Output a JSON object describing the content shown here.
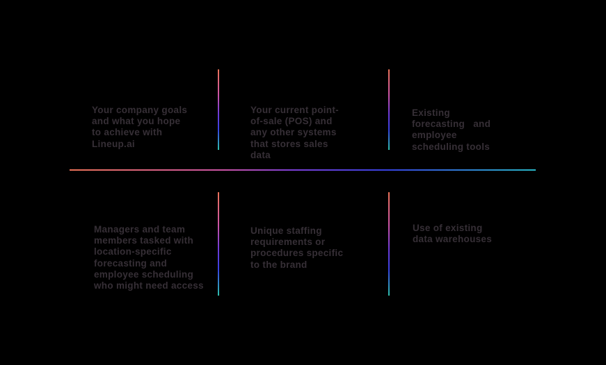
{
  "slide": {
    "background_color": "#000000",
    "text_color": "#362f36",
    "divider_gradient_colors": {
      "salmon": "#ec7358",
      "magenta": "#cc54a6",
      "purple": "#6e3bd8",
      "blue": "#3742e2",
      "teal": "#2ec2ac",
      "cyan": "#29b7c8"
    },
    "cells": {
      "top_left": {
        "text": "Your company goals\nand what you hope\nto achieve with\nLineup.ai"
      },
      "top_center": {
        "text": "Your current point-\nof-sale (POS) and\nany other systems\nthat stores sales\ndata"
      },
      "top_right": {
        "text": "Existing\nforecasting   and\nemployee\nscheduling tools"
      },
      "bottom_left": {
        "text": "Managers and team\nmembers tasked with\nlocation-specific\nforecasting and\nemployee scheduling\nwho might need access"
      },
      "bottom_center": {
        "text": "Unique staffing\nrequirements or\nprocedures specific\nto the brand"
      },
      "bottom_right": {
        "text": "Use of existing\ndata warehouses"
      }
    }
  }
}
